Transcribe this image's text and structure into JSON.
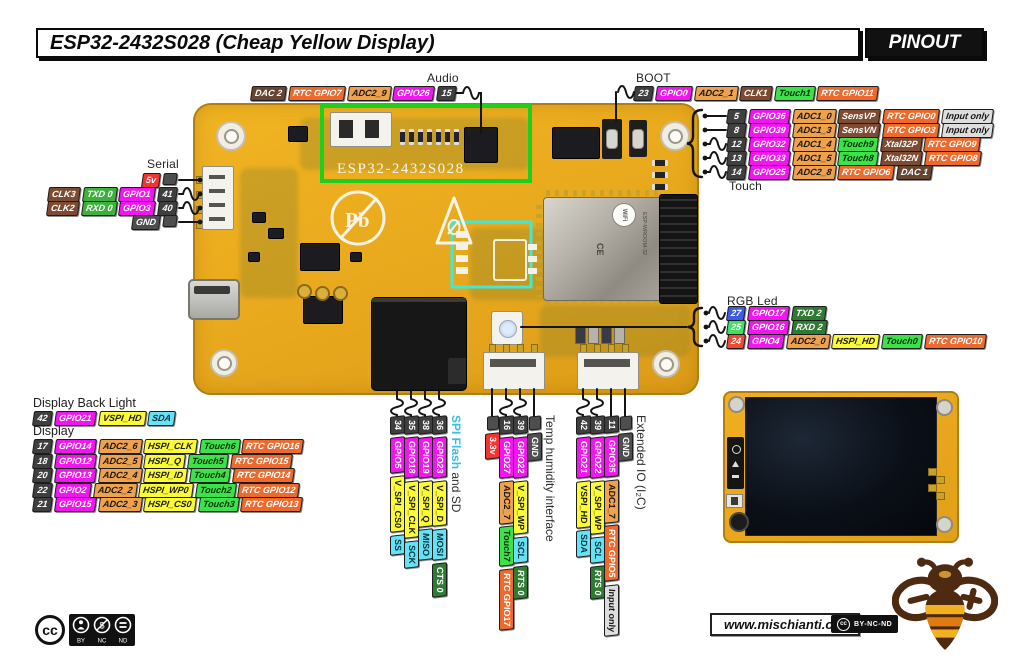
{
  "header": {
    "title": "ESP32-2432S028 (Cheap Yellow Display)",
    "badge": "PINOUT"
  },
  "board": {
    "silkscreen": "ESP32-2432S028",
    "module": "ESP-WROOM-32",
    "wifi": "WiFi",
    "ce": "CE",
    "pb": "Pb"
  },
  "palette": {
    "gpio": "#F215F2",
    "pin": "#3F3F3F",
    "stub": "#4E4E4E",
    "adc": "#EFA24D",
    "rtc": "#ED6A2C",
    "touch": "#3CE348",
    "spi": "#FBFB37",
    "bus": "#66E2F6",
    "uart": "#3CB13C",
    "uartd": "#2F7B33",
    "clk": "#7C4B31",
    "dac": "#674533",
    "pwr": "#F23432",
    "gnd": "#4E4E4E",
    "in": "#DEDEDE",
    "pin27": "#3C5BEA",
    "pin25": "#41E065",
    "pin24": "#F14A33",
    "label_cyan": "#35BEE8",
    "highlight_green": "#1ECF1E",
    "highlight_cyan": "#3FE9DA",
    "board_yellow": "#EDAD1E"
  },
  "groups": {
    "audio": {
      "label": "Audio",
      "items": [
        [
          "DAC 2",
          "dac"
        ],
        [
          "RTC GPIO7",
          "rtc"
        ],
        [
          "ADC2_9",
          "adc"
        ],
        [
          "GPIO26",
          "gpio"
        ],
        [
          "15",
          "pin"
        ]
      ]
    },
    "boot": {
      "label": "BOOT",
      "items": [
        [
          "23",
          "pin"
        ],
        [
          "GPIO0",
          "gpio"
        ],
        [
          "ADC2_1",
          "adc"
        ],
        [
          "CLK1",
          "clk"
        ],
        [
          "Touch1",
          "touch"
        ],
        [
          "RTC GPIO11",
          "rtc"
        ]
      ]
    },
    "right": {
      "note": "Touch",
      "rows": [
        [
          [
            "5",
            "pin"
          ],
          [
            "GPIO36",
            "gpio"
          ],
          [
            "ADC1_0",
            "adc"
          ],
          [
            "SensVP",
            "clk"
          ],
          [
            "RTC GPIO0",
            "rtc"
          ],
          [
            "Input only",
            "in"
          ]
        ],
        [
          [
            "8",
            "pin"
          ],
          [
            "GPIO39",
            "gpio"
          ],
          [
            "ADC1_3",
            "adc"
          ],
          [
            "SensVN",
            "clk"
          ],
          [
            "RTC GPIO3",
            "rtc"
          ],
          [
            "Input only",
            "in"
          ]
        ],
        [
          [
            "12",
            "pin"
          ],
          [
            "GPIO32",
            "gpio"
          ],
          [
            "ADC1_4",
            "adc"
          ],
          [
            "Touch9",
            "touch"
          ],
          [
            "Xtal32P",
            "clk"
          ],
          [
            "RTC GPIO9",
            "rtc"
          ]
        ],
        [
          [
            "13",
            "pin"
          ],
          [
            "GPIO33",
            "gpio"
          ],
          [
            "ADC1_5",
            "adc"
          ],
          [
            "Touch8",
            "touch"
          ],
          [
            "Xtal32N",
            "clk"
          ],
          [
            "RTC GPIO8",
            "rtc"
          ]
        ],
        [
          [
            "14",
            "pin"
          ],
          [
            "GPIO25",
            "gpio"
          ],
          [
            "ADC2_8",
            "adc"
          ],
          [
            "RTC GPIO6",
            "rtc"
          ],
          [
            "DAC 1",
            "dac"
          ]
        ]
      ]
    },
    "serial": {
      "label": "Serial",
      "rows": [
        [
          [
            "5v",
            "pwr"
          ],
          [
            "",
            "stub"
          ]
        ],
        [
          [
            "CLK3",
            "clk"
          ],
          [
            "TXD 0",
            "uart"
          ],
          [
            "GPIO1",
            "gpio"
          ],
          [
            "41",
            "pin"
          ]
        ],
        [
          [
            "CLK2",
            "clk"
          ],
          [
            "RXD 0",
            "uart"
          ],
          [
            "GPIO3",
            "gpio"
          ],
          [
            "40",
            "pin"
          ]
        ],
        [
          [
            "GND",
            "gnd"
          ],
          [
            "",
            "stub"
          ]
        ]
      ]
    },
    "rgb": {
      "label": "RGB Led",
      "rows": [
        [
          [
            "27",
            "pin27"
          ],
          [
            "GPIO17",
            "gpio"
          ],
          [
            "TXD 2",
            "uartd"
          ]
        ],
        [
          [
            "25",
            "pin25"
          ],
          [
            "GPIO16",
            "gpio"
          ],
          [
            "RXD 2",
            "uartd"
          ]
        ],
        [
          [
            "24",
            "pin24"
          ],
          [
            "GPIO4",
            "gpio"
          ],
          [
            "ADC2_0",
            "adc"
          ],
          [
            "HSPI_HD",
            "spi"
          ],
          [
            "Touch0",
            "touch"
          ],
          [
            "RTC GPIO10",
            "rtc"
          ]
        ]
      ]
    },
    "backlight": {
      "title": "Display Back Light",
      "row": [
        [
          "42",
          "pin"
        ],
        [
          "GPIO21",
          "gpio"
        ],
        [
          "VSPI_HD",
          "spi"
        ],
        [
          "SDA",
          "bus"
        ]
      ]
    },
    "display": {
      "title": "Display",
      "rows": [
        [
          [
            "17",
            "pin"
          ],
          [
            "GPIO14",
            "gpio"
          ],
          [
            "ADC2_6",
            "adc"
          ],
          [
            "HSPI_CLK",
            "spi"
          ],
          [
            "Touch6",
            "touch"
          ],
          [
            "RTC GPIO16",
            "rtc"
          ]
        ],
        [
          [
            "18",
            "pin"
          ],
          [
            "GPIO12",
            "gpio"
          ],
          [
            "ADC2_5",
            "adc"
          ],
          [
            "HSPI_Q",
            "spi"
          ],
          [
            "Touch5",
            "touch"
          ],
          [
            "RTC GPIO15",
            "rtc"
          ]
        ],
        [
          [
            "20",
            "pin"
          ],
          [
            "GPIO13",
            "gpio"
          ],
          [
            "ADC2_4",
            "adc"
          ],
          [
            "HSPI_ID",
            "spi"
          ],
          [
            "Touch4",
            "touch"
          ],
          [
            "RTC GPIO14",
            "rtc"
          ]
        ],
        [
          [
            "22",
            "pin"
          ],
          [
            "GPIO2",
            "gpio"
          ],
          [
            "ADC2_2",
            "adc"
          ],
          [
            "HSPI_WP0",
            "spi"
          ],
          [
            "Touch2",
            "touch"
          ],
          [
            "RTC GPIO12",
            "rtc"
          ]
        ],
        [
          [
            "21",
            "pin"
          ],
          [
            "GPIO15",
            "gpio"
          ],
          [
            "ADC2_3",
            "adc"
          ],
          [
            "HSPI_CS0",
            "spi"
          ],
          [
            "Touch3",
            "touch"
          ],
          [
            "RTC GPIO13",
            "rtc"
          ]
        ]
      ]
    },
    "spi_sd": {
      "label_primary": "SPI Flash",
      "label_secondary": " and SD",
      "cols": [
        [
          [
            "34",
            "pin"
          ],
          [
            "GPIO5",
            "gpio"
          ],
          [
            "V_SPI_CS0",
            "spi"
          ],
          [
            "SS",
            "bus"
          ]
        ],
        [
          [
            "35",
            "pin"
          ],
          [
            "GPIO18",
            "gpio"
          ],
          [
            "V_SPI_CLK",
            "spi"
          ],
          [
            "SCK",
            "bus"
          ]
        ],
        [
          [
            "38",
            "pin"
          ],
          [
            "GPIO19",
            "gpio"
          ],
          [
            "V_SPI_Q",
            "spi"
          ],
          [
            "MISO",
            "bus"
          ]
        ],
        [
          [
            "36",
            "pin"
          ],
          [
            "GPIO23",
            "gpio"
          ],
          [
            "V_SPI_D",
            "spi"
          ],
          [
            "MOSI",
            "bus"
          ],
          [
            "CTS 0",
            "uartd"
          ]
        ]
      ]
    },
    "temp": {
      "label": "Temp humidity interface",
      "cols": [
        [
          [
            "",
            "stub"
          ],
          [
            "3.3v",
            "pwr"
          ]
        ],
        [
          [
            "16",
            "pin"
          ],
          [
            "GPIO27",
            "gpio"
          ],
          [
            "ADC2_7",
            "adc"
          ],
          [
            "Touch7",
            "touch"
          ],
          [
            "RTC GPIO17",
            "rtc"
          ]
        ],
        [
          [
            "39",
            "pin"
          ],
          [
            "GPIO22",
            "gpio"
          ],
          [
            "V_SPI_WP",
            "spi"
          ],
          [
            "SCL",
            "bus"
          ],
          [
            "RTS 0",
            "uartd"
          ]
        ],
        [
          [
            "",
            "stub"
          ],
          [
            "GND",
            "gnd"
          ]
        ]
      ]
    },
    "ext": {
      "label": "Extended IO (I₂C)",
      "cols": [
        [
          [
            "42",
            "pin"
          ],
          [
            "GPIO21",
            "gpio"
          ],
          [
            "VSPI_HD",
            "spi"
          ],
          [
            "SDA",
            "bus"
          ]
        ],
        [
          [
            "39",
            "pin"
          ],
          [
            "GPIO22",
            "gpio"
          ],
          [
            "V_SPI_WP",
            "spi"
          ],
          [
            "SCL",
            "bus"
          ],
          [
            "RTS 0",
            "uartd"
          ]
        ],
        [
          [
            "11",
            "pin"
          ],
          [
            "GPIO35",
            "gpio"
          ],
          [
            "ADC1_7",
            "adc"
          ],
          [
            "RTC GPIO5",
            "rtc"
          ],
          [
            "Input only",
            "in"
          ]
        ],
        [
          [
            "",
            "stub"
          ],
          [
            "GND",
            "gnd"
          ]
        ]
      ]
    }
  },
  "footer": {
    "site": "www.mischianti.org",
    "license": "BY-NC-ND",
    "cc": {
      "circle": "cc",
      "by": "BY",
      "nc": "NC",
      "nd": "ND",
      "nc_symbol": "$",
      "mini": "cc"
    }
  }
}
